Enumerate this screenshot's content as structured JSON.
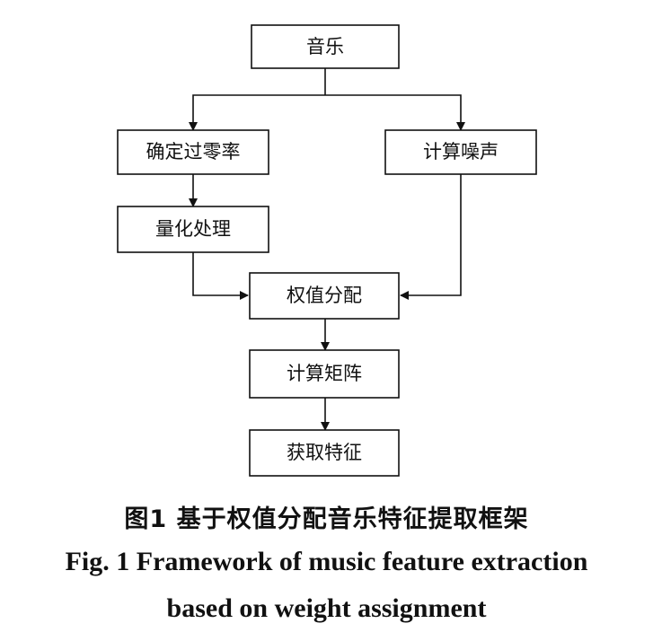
{
  "diagram": {
    "nodes": {
      "music": "音乐",
      "zero_crossing": "确定过零率",
      "noise": "计算噪声",
      "quantize": "量化处理",
      "weight_assign": "权值分配",
      "matrix": "计算矩阵",
      "feature": "获取特征"
    },
    "edges": [
      {
        "from": "music",
        "to": "zero_crossing"
      },
      {
        "from": "music",
        "to": "noise"
      },
      {
        "from": "zero_crossing",
        "to": "quantize"
      },
      {
        "from": "quantize",
        "to": "weight_assign"
      },
      {
        "from": "noise",
        "to": "weight_assign"
      },
      {
        "from": "weight_assign",
        "to": "matrix"
      },
      {
        "from": "matrix",
        "to": "feature"
      }
    ]
  },
  "caption": {
    "zh": "图1  基于权值分配音乐特征提取框架",
    "en_line1": "Fig. 1  Framework of music feature extraction",
    "en_line2": "based on weight assignment"
  }
}
